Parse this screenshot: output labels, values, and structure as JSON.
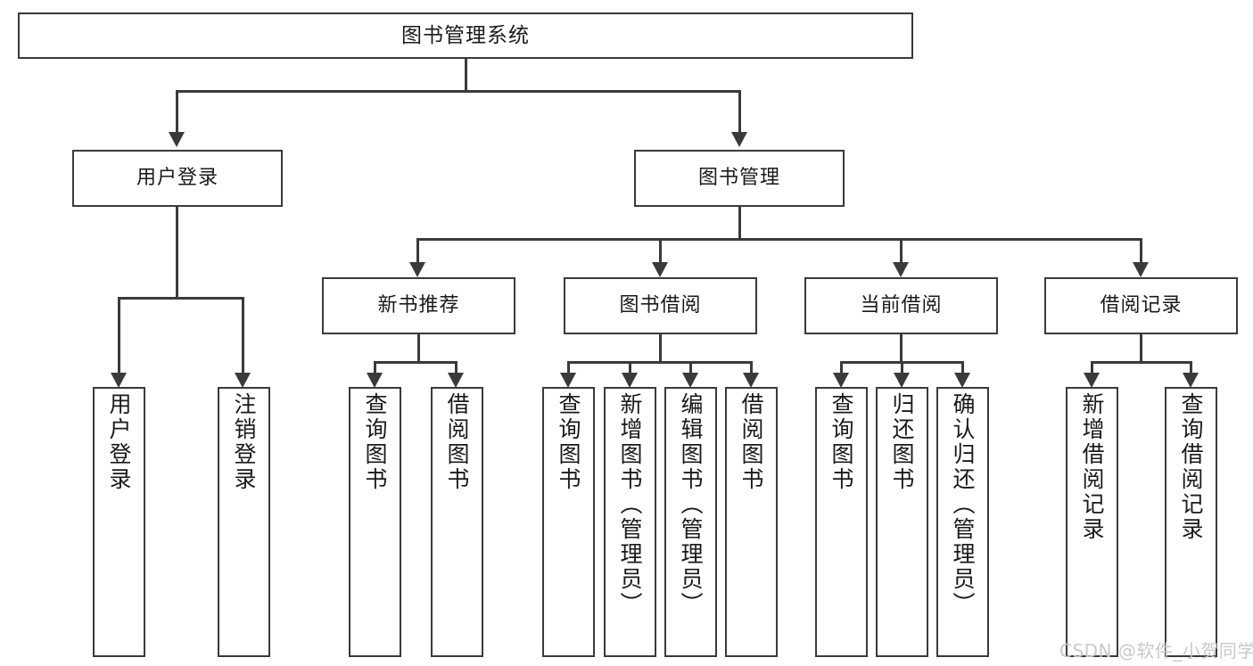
{
  "diagram": {
    "type": "hierarchy-tree",
    "title": "图书管理系统",
    "levels": 4,
    "root": {
      "label": "图书管理系统"
    },
    "level2": [
      {
        "label": "用户登录"
      },
      {
        "label": "图书管理"
      }
    ],
    "level3": [
      {
        "label": "新书推荐"
      },
      {
        "label": "图书借阅"
      },
      {
        "label": "当前借阅"
      },
      {
        "label": "借阅记录"
      }
    ],
    "leaves": {
      "user_login": [
        {
          "label": "用户登录"
        },
        {
          "label": "注销登录"
        }
      ],
      "new_book_recommend": [
        {
          "label": "查询图书"
        },
        {
          "label": "借阅图书"
        }
      ],
      "book_borrow": [
        {
          "label": "查询图书"
        },
        {
          "label": "新增图书（管理员）"
        },
        {
          "label": "编辑图书（管理员）"
        },
        {
          "label": "借阅图书"
        }
      ],
      "current_borrow": [
        {
          "label": "查询图书"
        },
        {
          "label": "归还图书"
        },
        {
          "label": "确认归还（管理员）"
        }
      ],
      "borrow_record": [
        {
          "label": "新增借阅记录"
        },
        {
          "label": "查询借阅记录"
        }
      ]
    }
  },
  "watermark": {
    "text": "CSDN @软件_小贺同学"
  },
  "colors": {
    "border": "#3a3a3a",
    "text": "#1a1a1a",
    "background": "#ffffff",
    "watermark": "#c9c9c9"
  }
}
